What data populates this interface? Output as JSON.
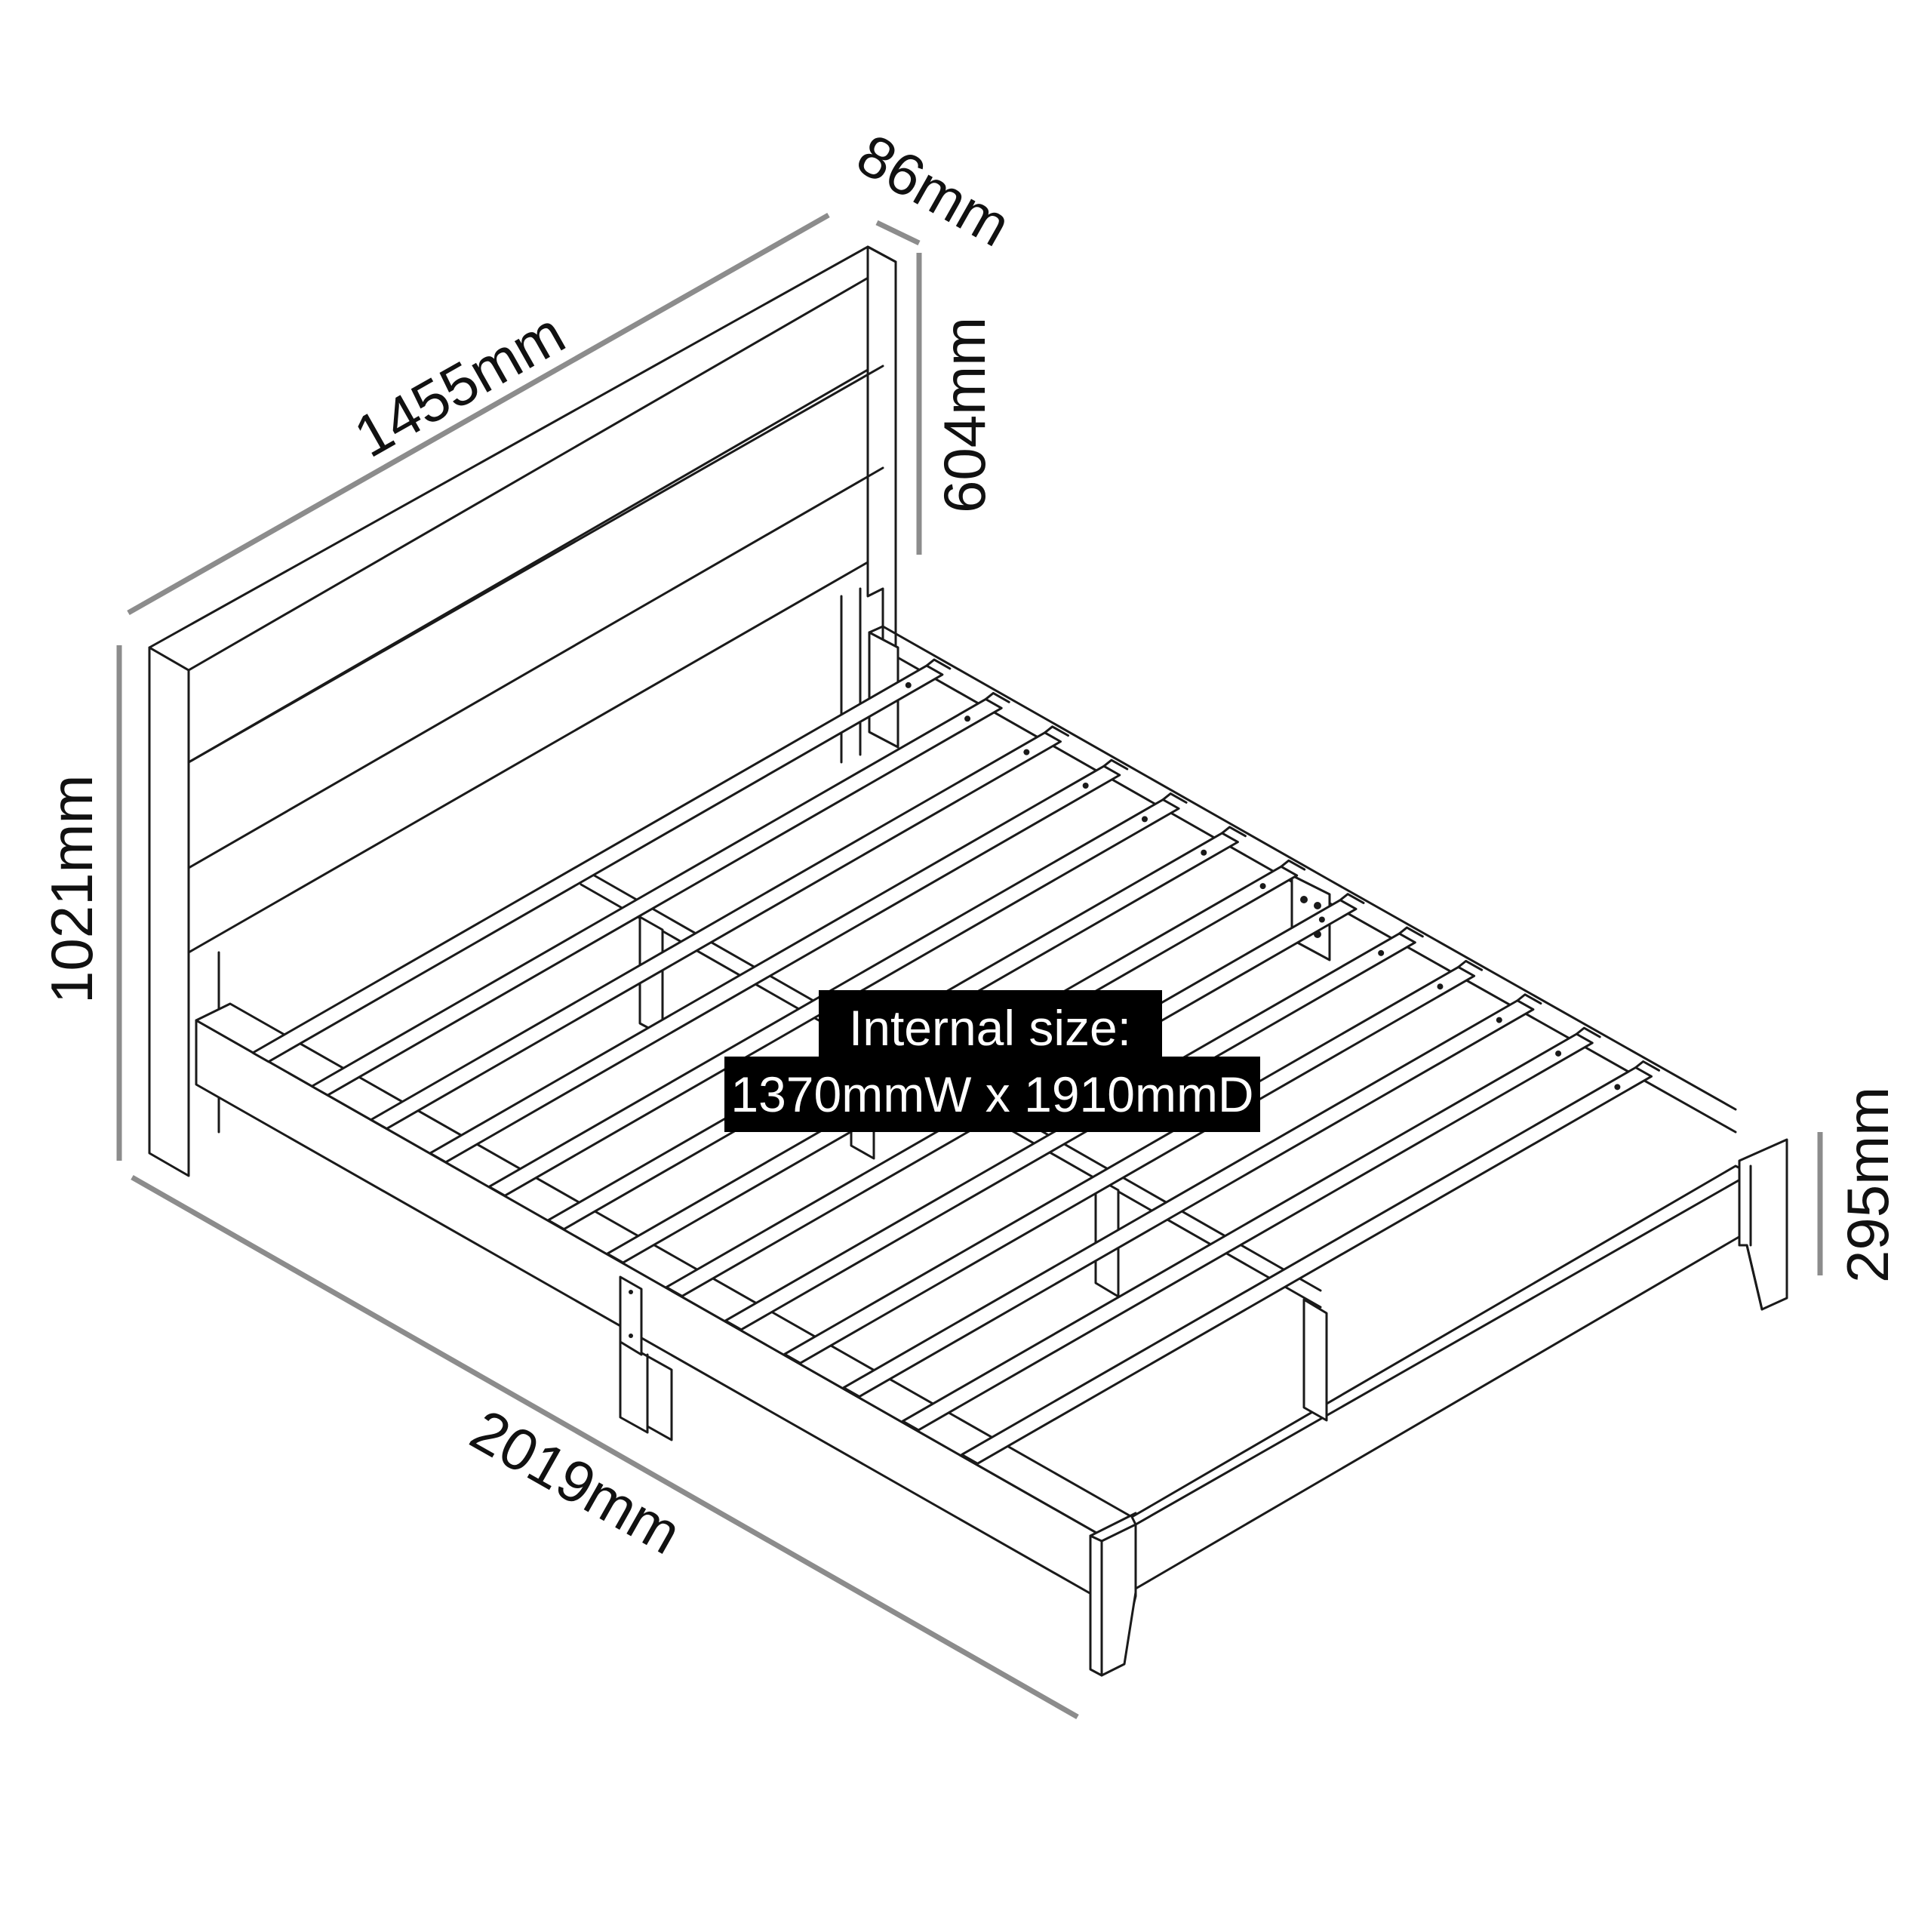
{
  "dimensions": {
    "headboard_width": "1455mm",
    "headboard_depth": "86mm",
    "headboard_panel_height": "604mm",
    "total_height": "1021mm",
    "total_length": "2019mm",
    "side_rail_height": "295mm"
  },
  "internal_size": {
    "line1": "Internal size:",
    "line2": "1370mmW x 1910mmD"
  },
  "colors": {
    "ink": "#1a1a1a",
    "dimension_line": "#8c8c8c",
    "label_background": "#000000",
    "label_text": "#ffffff"
  }
}
